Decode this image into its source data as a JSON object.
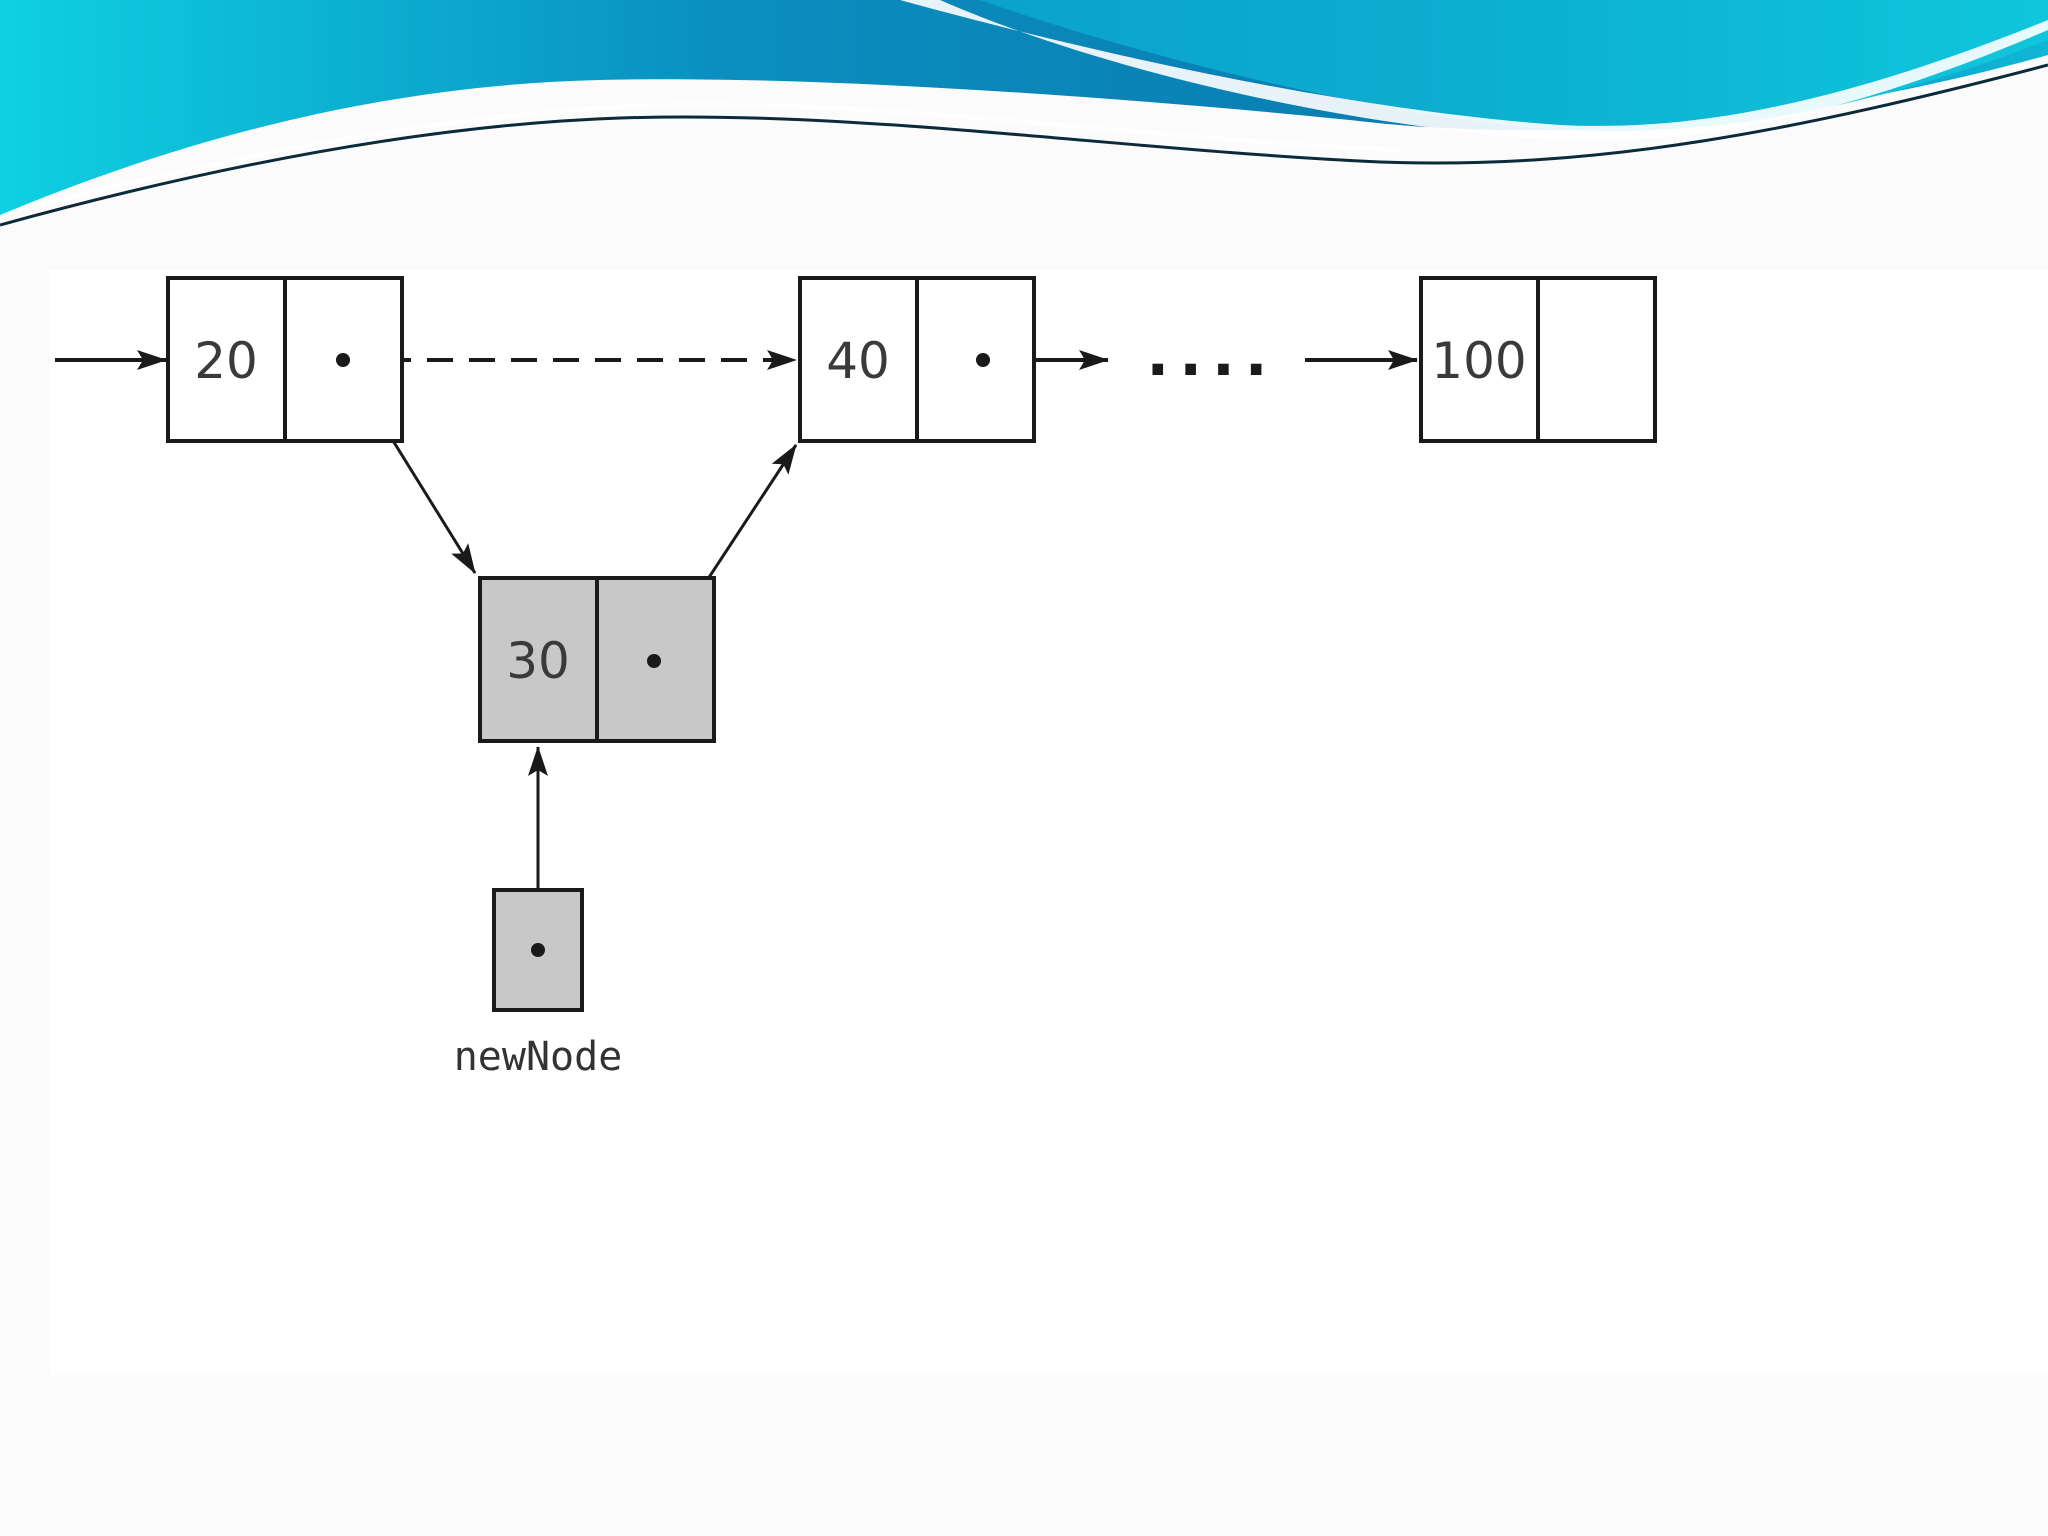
{
  "slide": {
    "colors": {
      "banner_dark": "#0b76a8",
      "banner_light": "#11c6dc",
      "background": "#ffffff",
      "shaded_node": "#c8c8c8",
      "stroke": "#1a1a1a"
    }
  },
  "diagram": {
    "nodes": [
      {
        "id": "node-20",
        "value": "20",
        "shaded": false,
        "has_pointer": true
      },
      {
        "id": "node-40",
        "value": "40",
        "shaded": false,
        "has_pointer": true
      },
      {
        "id": "node-100",
        "value": "100",
        "shaded": false,
        "has_pointer": false
      },
      {
        "id": "node-30",
        "value": "30",
        "shaded": true,
        "has_pointer": true
      }
    ],
    "pointer_box": {
      "caption": "newNode",
      "shaded": true
    },
    "ellipsis": "....",
    "edges": [
      {
        "from": "head",
        "to": "node-20",
        "style": "solid"
      },
      {
        "from": "node-20",
        "to": "node-40",
        "style": "dashed"
      },
      {
        "from": "node-20",
        "to": "node-30",
        "style": "solid"
      },
      {
        "from": "node-30",
        "to": "node-40",
        "style": "solid"
      },
      {
        "from": "node-40",
        "to": "ellipsis",
        "style": "solid"
      },
      {
        "from": "ellipsis",
        "to": "node-100",
        "style": "solid"
      },
      {
        "from": "newNode",
        "to": "node-30",
        "style": "solid"
      }
    ]
  }
}
